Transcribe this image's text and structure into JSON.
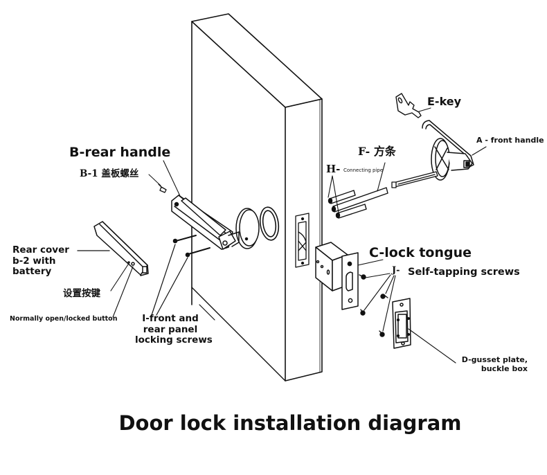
{
  "title": "Door lock installation diagram",
  "labels": {
    "rear_handle": "B-rear handle",
    "cover_screw": "B-1 盖板螺丝",
    "rear_cover_line1": "Rear cover",
    "rear_cover_line2": "b-2 with",
    "rear_cover_line3": "battery",
    "setting_button_cn": "设置按键",
    "normally_open_button": "Normally open/locked button",
    "locking_screws_line1": "I-front and",
    "locking_screws_line2": "rear panel",
    "locking_screws_line3": "locking screws",
    "key": "E-key",
    "front_handle": "A - front handle",
    "square_bar": "F- 方条",
    "connecting_pipe_prefix": "H-",
    "connecting_pipe": "Connecting pipe",
    "lock_tongue": "C-lock tongue",
    "self_tapping_prefix": "J-",
    "self_tapping": "Self-tapping screws",
    "gusset_line1": "D-gusset plate,",
    "gusset_line2": "buckle box"
  },
  "colors": {
    "ink": "#111111",
    "background": "#ffffff"
  }
}
